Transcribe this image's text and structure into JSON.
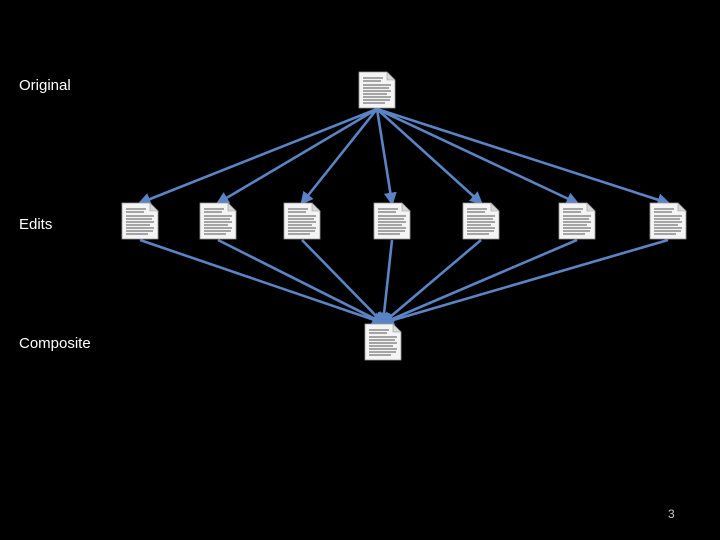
{
  "labels": {
    "original": "Original",
    "edits": "Edits",
    "composite": "Composite"
  },
  "page_number": "3",
  "colors": {
    "background": "#000000",
    "arrow": "#5b84c4",
    "label_text": "#ffffff"
  },
  "icons": {
    "document": "document-icon"
  },
  "edit_count": 7
}
